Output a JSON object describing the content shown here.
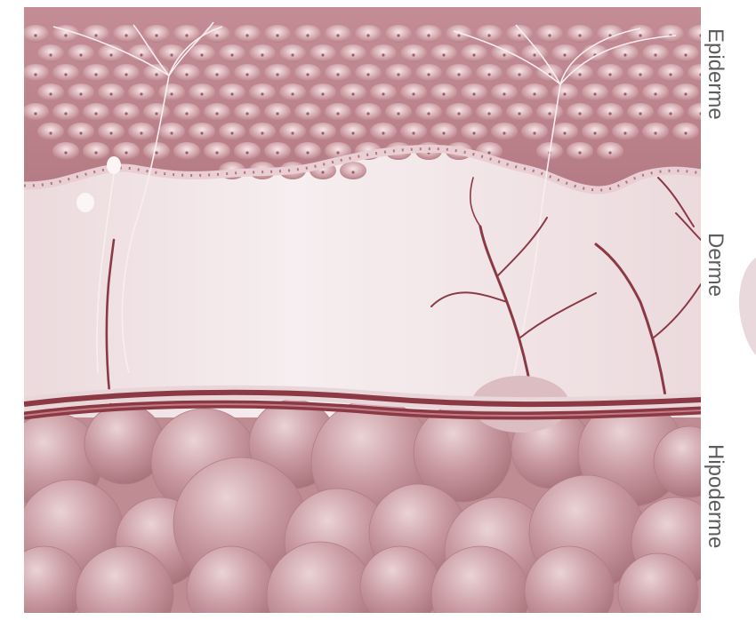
{
  "labels": {
    "epidermis": "Epiderme",
    "dermis": "Derme",
    "hypodermis": "Hipoderme"
  },
  "colors": {
    "epidermis_cells": "#c79aa0",
    "dermis_fill": "#f1e4e6",
    "vessel": "#8b3a45",
    "fat_cells": "#c8959d",
    "nerve": "#f7ecee",
    "label_text": "#5d5d5d"
  }
}
